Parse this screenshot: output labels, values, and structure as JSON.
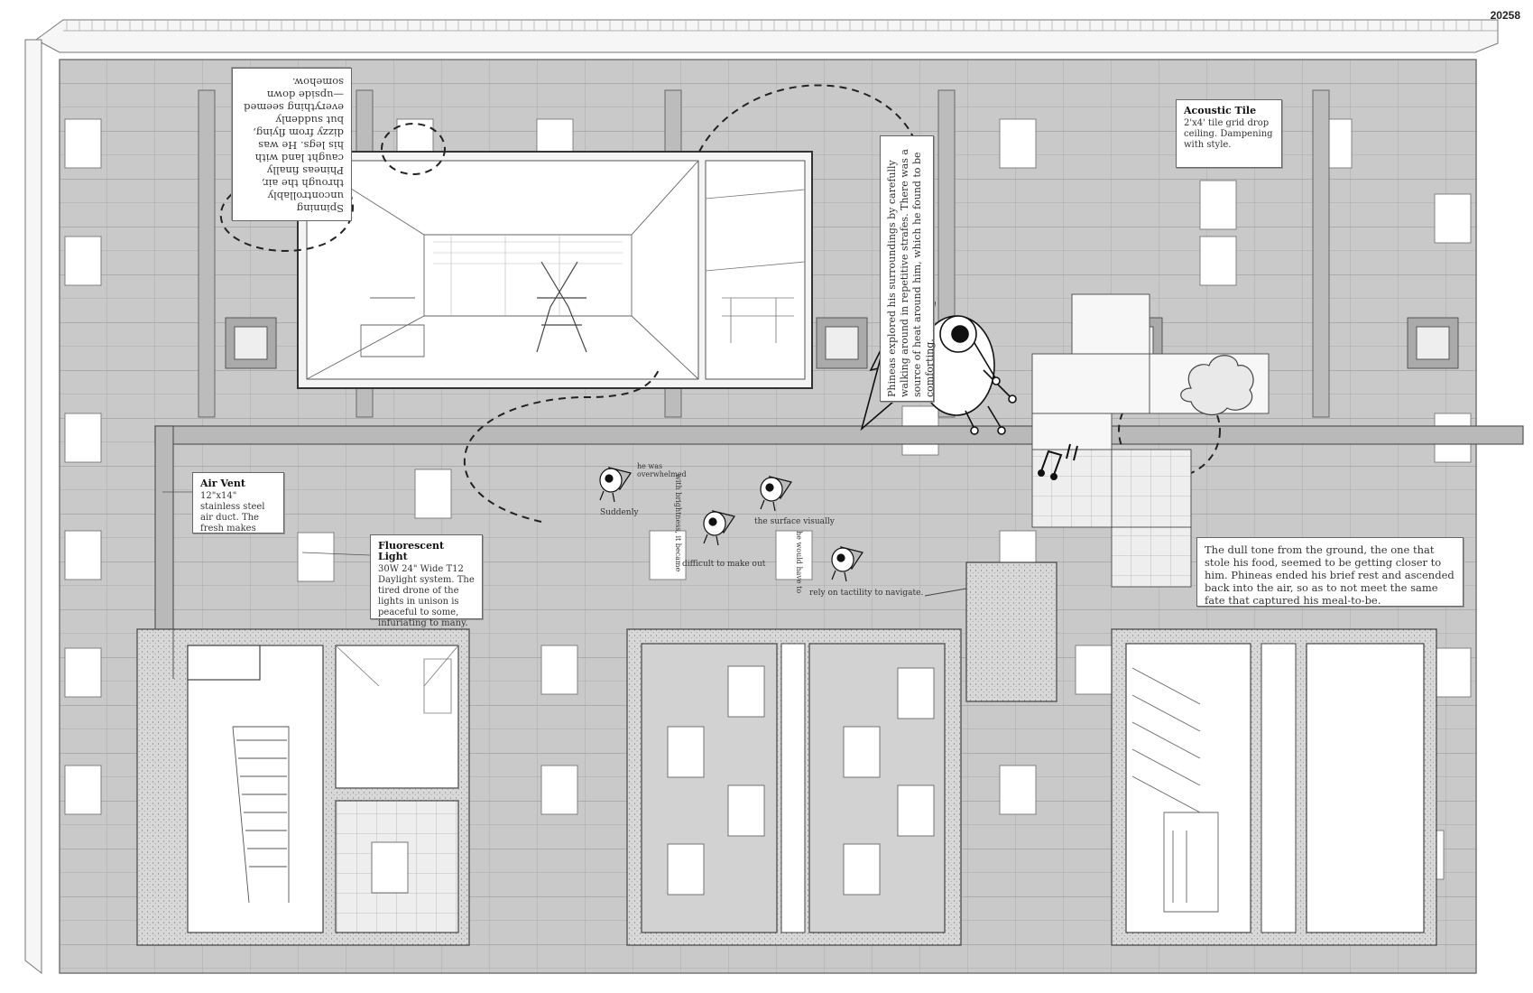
{
  "sheet_id": "20258",
  "callouts": {
    "acoustic_tile": {
      "title": "Acoustic Tile",
      "body": "2'x4' tile grid drop ceiling. Dampening with style."
    },
    "air_vent": {
      "title": "Air Vent",
      "body": "12\"x14\" stainless steel air duct. The fresh makes"
    },
    "fluorescent_light": {
      "title": "Fluorescent Light",
      "body": "30W 24\" Wide T12 Daylight system. The tired drone of the lights in unison is peaceful to some, infuriating to many."
    }
  },
  "story": {
    "spinning": "Spinning uncontrollably through the air, Phineas finally caught land with his legs. He was dizzy from flying, but suddenly everything seemed—upside down somehow.",
    "explored": "Phineas explored his surroundings by carefully walking around in repetitive strafes. There was a source of heat around him, which he found to be comforting.",
    "dull_tone": "The dull tone from the ground, the one that stole his food, seemed to be getting closer to him. Phineas ended his brief rest and ascended back into the air, so as to not meet the same fate that captured his meal-to-be."
  },
  "fragments": {
    "suddenly": "Suddenly",
    "he_was_overwhelmed": "he was overwhelmed",
    "with_brightness": "with brightness, it became",
    "difficult": "difficult to make out",
    "the_surface": "the surface visually",
    "he_would_have": "he would have to",
    "rely": "rely on tactility to navigate."
  },
  "colors": {
    "tile": "#c9c9c9",
    "grid": "#9e9e9e",
    "panel": "#f4f4f4",
    "beam": "#b9b9b9",
    "ink": "#333333"
  }
}
